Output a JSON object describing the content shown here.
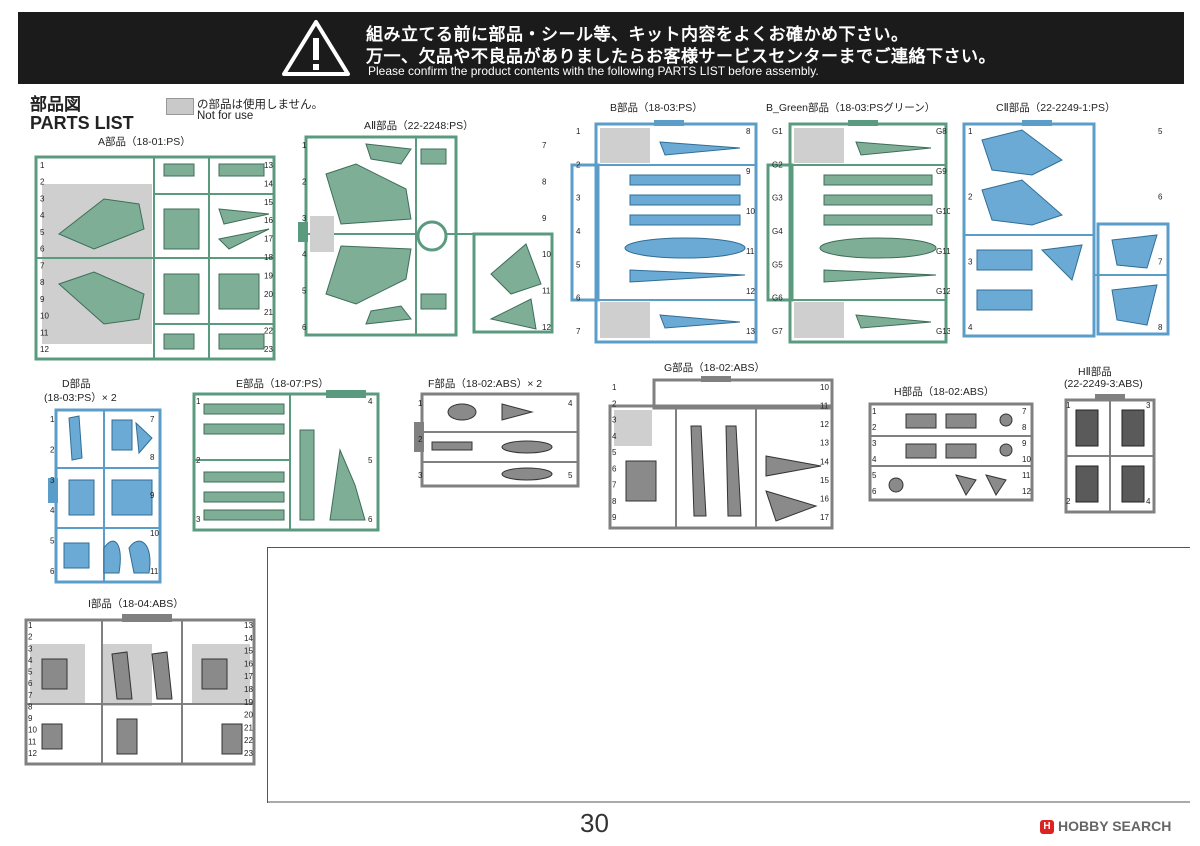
{
  "banner": {
    "line1": "組み立てる前に部品・シール等、キット内容をよくお確かめ下さい。",
    "line2": "万一、欠品や不良品がありましたらお客様サービスセンターまでご連絡下さい。",
    "line3": "Please confirm the product contents with the following PARTS LIST before assembly."
  },
  "parts_list": {
    "title_jp": "部品図",
    "title_en": "PARTS LIST",
    "legend_jp": "の部品は使用しません。",
    "legend_en": "Not for use"
  },
  "sprues": [
    {
      "id": "A",
      "label": "A部品（18-01:PS）",
      "color": "#5a9b80",
      "fill": "#cfe4d9",
      "numbers": [
        "1",
        "2",
        "3",
        "4",
        "5",
        "6",
        "7",
        "8",
        "9",
        "10",
        "11",
        "12",
        "13",
        "14",
        "15",
        "16",
        "17",
        "18",
        "19",
        "20",
        "21",
        "22",
        "23"
      ]
    },
    {
      "id": "A2",
      "label": "AⅡ部品（22-2248:PS）",
      "color": "#5a9b80",
      "fill": "#cfe4d9",
      "numbers": [
        "1",
        "2",
        "3",
        "4",
        "5",
        "6",
        "7",
        "8",
        "9",
        "10",
        "11",
        "12"
      ]
    },
    {
      "id": "B",
      "label": "B部品（18-03:PS）",
      "color": "#5b9dc9",
      "fill": "#cfe3f2",
      "numbers": [
        "1",
        "2",
        "3",
        "4",
        "5",
        "6",
        "7",
        "8",
        "9",
        "10",
        "11",
        "12",
        "13"
      ]
    },
    {
      "id": "BG",
      "label": "B_Green部品（18-03:PSグリーン）",
      "color": "#5a9b80",
      "fill": "#cfe4d9",
      "numbers": [
        "G1",
        "G2",
        "G3",
        "G4",
        "G5",
        "G6",
        "G7",
        "G8",
        "G9",
        "G10",
        "G11",
        "G12",
        "G13"
      ]
    },
    {
      "id": "C2",
      "label": "CⅡ部品（22-2249-1:PS）",
      "color": "#5b9dc9",
      "fill": "#cfe3f2",
      "numbers": [
        "1",
        "2",
        "3",
        "4",
        "5",
        "6",
        "7",
        "8"
      ]
    },
    {
      "id": "D",
      "label_line1": "D部品",
      "label_line2": "(18-03:PS）× 2",
      "color": "#5b9dc9",
      "fill": "#cfe3f2",
      "numbers": [
        "1",
        "2",
        "3",
        "4",
        "5",
        "6",
        "7",
        "8",
        "9",
        "10",
        "11"
      ]
    },
    {
      "id": "E",
      "label": "E部品（18-07:PS）",
      "color": "#5a9b80",
      "fill": "#cfe4d9",
      "numbers": [
        "1",
        "2",
        "3",
        "4",
        "5",
        "6"
      ]
    },
    {
      "id": "F",
      "label": "F部品（18-02:ABS）× 2",
      "color": "#808080",
      "fill": "#d9d9d9",
      "numbers": [
        "1",
        "2",
        "3",
        "4",
        "5"
      ]
    },
    {
      "id": "G",
      "label": "G部品（18-02:ABS）",
      "color": "#808080",
      "fill": "#d9d9d9",
      "numbers": [
        "1",
        "2",
        "3",
        "4",
        "5",
        "6",
        "7",
        "8",
        "9",
        "10",
        "11",
        "12",
        "13",
        "14",
        "15",
        "16",
        "17"
      ]
    },
    {
      "id": "H",
      "label": "H部品（18-02:ABS）",
      "color": "#808080",
      "fill": "#d9d9d9",
      "numbers": [
        "1",
        "2",
        "3",
        "4",
        "5",
        "6",
        "7",
        "8",
        "9",
        "10",
        "11",
        "12"
      ]
    },
    {
      "id": "H2",
      "label_line1": "HⅡ部品",
      "label_line2": "(22-2249-3:ABS)",
      "color": "#808080",
      "fill": "#d9d9d9",
      "numbers": [
        "1",
        "2",
        "3",
        "4"
      ]
    },
    {
      "id": "I",
      "label": "I部品（18-04:ABS）",
      "color": "#808080",
      "fill": "#d9d9d9",
      "numbers": [
        "1",
        "2",
        "3",
        "4",
        "5",
        "6",
        "7",
        "8",
        "9",
        "10",
        "11",
        "12",
        "13",
        "14",
        "15",
        "16",
        "17",
        "18",
        "19",
        "20",
        "21",
        "22",
        "23"
      ]
    }
  ],
  "page_number": "30",
  "watermark": "HOBBY SEARCH"
}
